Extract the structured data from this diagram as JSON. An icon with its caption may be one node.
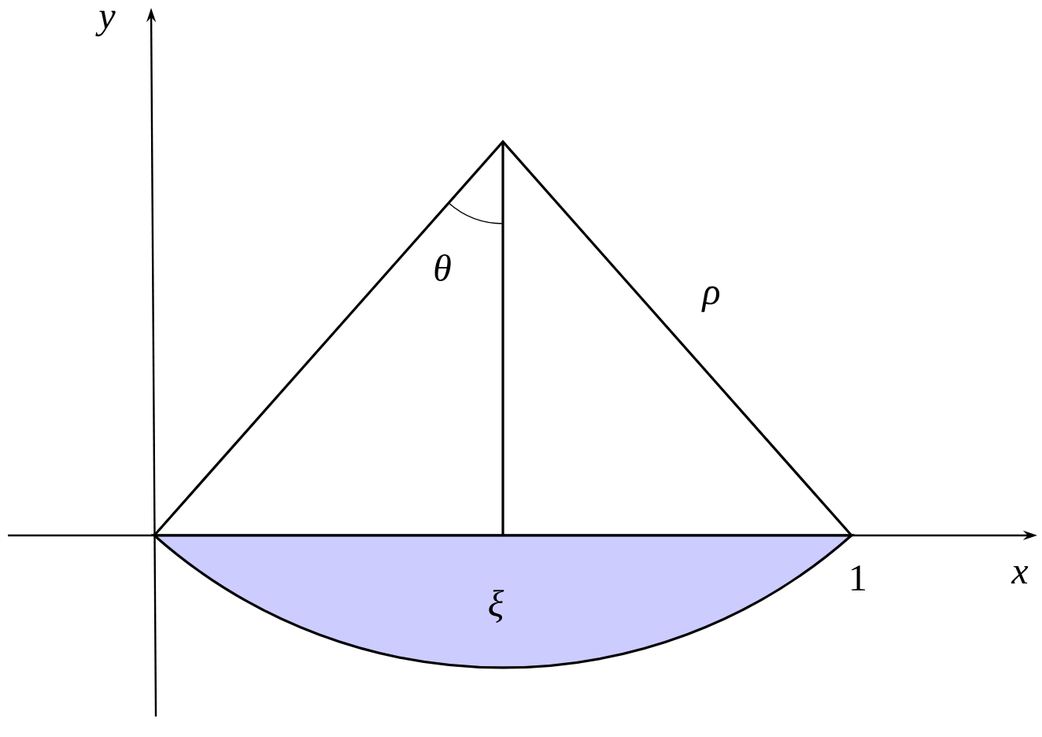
{
  "diagram": {
    "labels": [
      "y",
      "θ",
      "ρ",
      "ξ",
      "1",
      "x"
    ]
  }
}
